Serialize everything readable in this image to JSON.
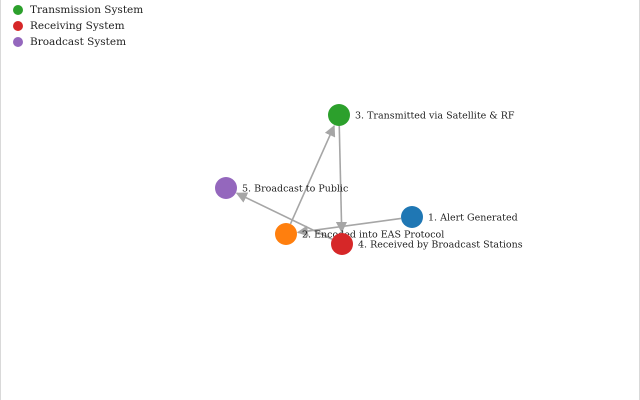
{
  "legend": [
    {
      "label": "Transmission System",
      "color": "#2ca02c"
    },
    {
      "label": "Receiving System",
      "color": "#d62728"
    },
    {
      "label": "Broadcast System",
      "color": "#9467bd"
    }
  ],
  "nodes": [
    {
      "id": "n1",
      "label": "1. Alert Generated",
      "color": "#1f77b4"
    },
    {
      "id": "n2",
      "label": "2. Encoded into EAS Protocol",
      "color": "#ff7f0e"
    },
    {
      "id": "n3",
      "label": "3. Transmitted via Satellite & RF",
      "color": "#2ca02c"
    },
    {
      "id": "n4",
      "label": "4. Received by Broadcast Stations",
      "color": "#d62728"
    },
    {
      "id": "n5",
      "label": "5. Broadcast to Public",
      "color": "#9467bd"
    }
  ],
  "edges": [
    {
      "from": "n1",
      "to": "n2"
    },
    {
      "from": "n2",
      "to": "n3"
    },
    {
      "from": "n3",
      "to": "n4"
    },
    {
      "from": "n4",
      "to": "n5"
    }
  ],
  "colors": {
    "edge": "#a6a6a6",
    "text": "#222222"
  }
}
